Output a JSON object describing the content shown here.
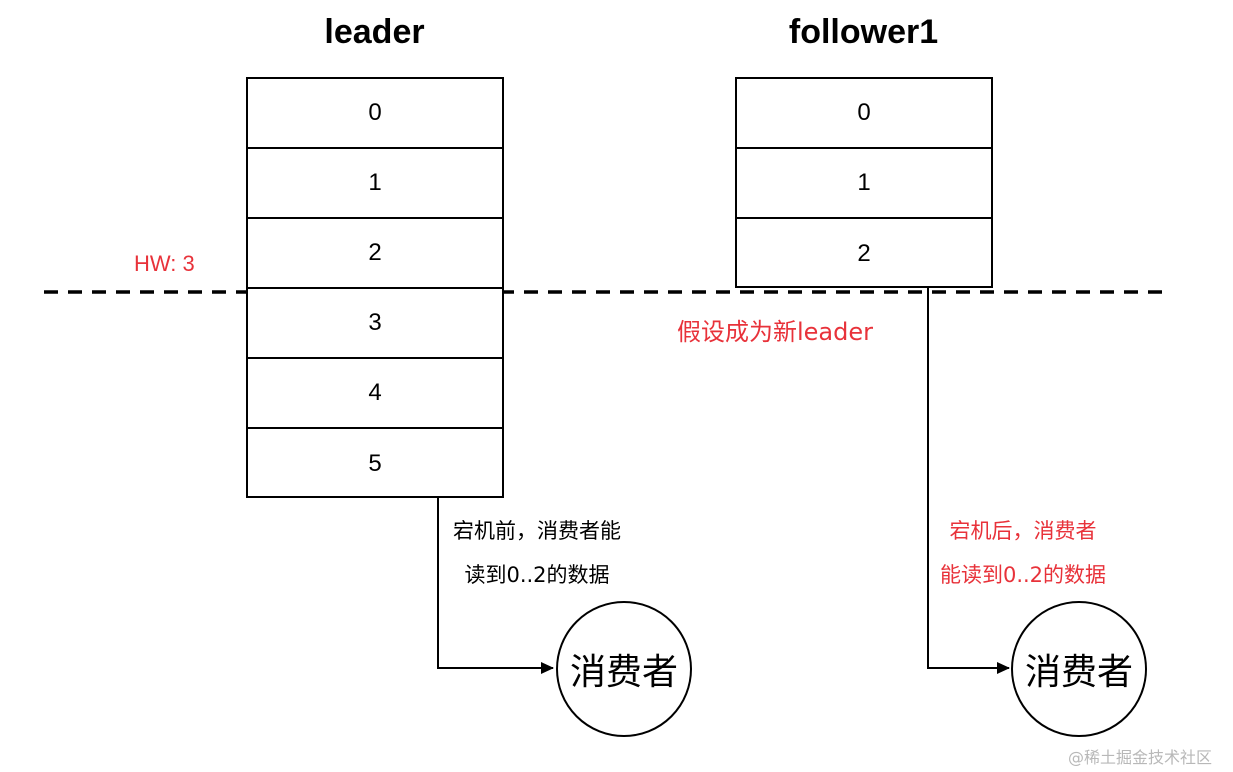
{
  "leader": {
    "title": "leader",
    "cells": [
      "0",
      "1",
      "2",
      "3",
      "4",
      "5"
    ]
  },
  "follower": {
    "title": "follower1",
    "cells": [
      "0",
      "1",
      "2"
    ]
  },
  "hw_label": "HW: 3",
  "new_leader_label": "假设成为新leader",
  "before_note": {
    "line1": "宕机前，消费者能",
    "line2": "读到0..2的数据"
  },
  "after_note": {
    "line1": "宕机后，消费者",
    "line2": "能读到0..2的数据"
  },
  "consumer_left": "消费者",
  "consumer_right": "消费者",
  "watermark": "@稀土掘金技术社区",
  "colors": {
    "accent_red": "#e8323a",
    "line": "#000000"
  }
}
